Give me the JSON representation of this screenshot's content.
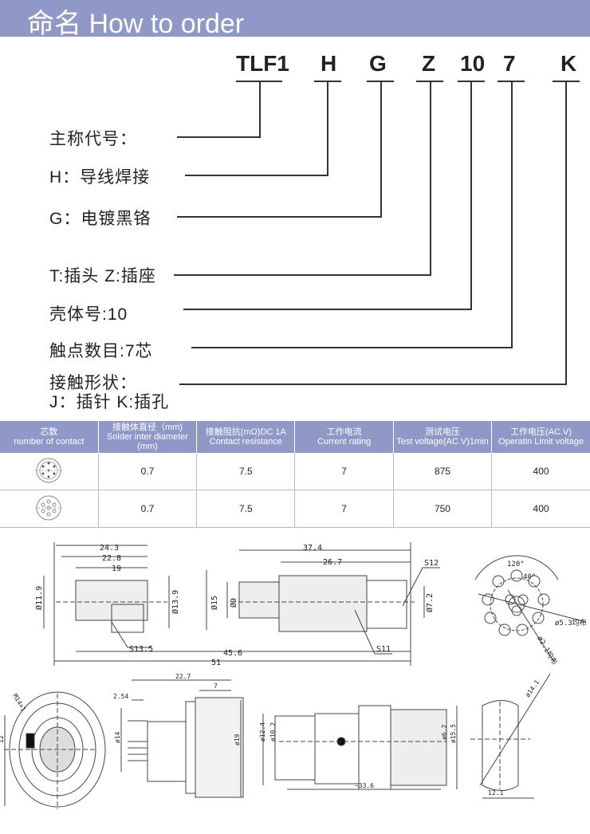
{
  "header": {
    "title": "命名 How to order"
  },
  "code": {
    "parts": [
      "TLF1",
      "H",
      "G",
      "Z",
      "10",
      "7",
      "K"
    ]
  },
  "labels": {
    "main": "主称代号：",
    "h": "H：导线焊接",
    "g": "G：电镀黑铬",
    "tz": "T:插头  Z:插座",
    "shell": "壳体号:10",
    "contacts": "触点数目:7芯",
    "shape": "接触形状：",
    "jk": "J：插针 K:插孔"
  },
  "table": {
    "headers": [
      [
        "芯数",
        "number of contact"
      ],
      [
        "接触体直径（mm)",
        "Solder inter diameter (mm)"
      ],
      [
        "接触阻抗(mΩ)DC 1A",
        "Contact resistance"
      ],
      [
        "工作电流",
        "Current rating"
      ],
      [
        "测试电压",
        "Test voltage(AC.V)1min"
      ],
      [
        "工作电压(AC.V)",
        "Operatin Limit voltage"
      ]
    ],
    "rows": [
      [
        "0.7",
        "7.5",
        "7",
        "875",
        "400"
      ],
      [
        "0.7",
        "7.5",
        "7",
        "750",
        "400"
      ]
    ]
  },
  "drawings": {
    "top": [
      "24.3",
      "22.8",
      "19",
      "Ø11.9",
      "Ø13.9",
      "S13.5",
      "37.4",
      "26.7",
      "S12",
      "Ø15",
      "Ø9",
      "Ø7.2",
      "S11",
      "45.6",
      "51",
      "120°",
      "40°",
      "ø5.3均布",
      "ø2.1均布"
    ],
    "bottom": [
      "M14×1",
      "12",
      "22.7",
      "7",
      "2.54",
      "ø14",
      "ø19",
      "ø12.4",
      "ø10.2",
      "ø6.2",
      "ø15.5",
      "~33.6",
      "ø14.1",
      "12.1"
    ]
  }
}
